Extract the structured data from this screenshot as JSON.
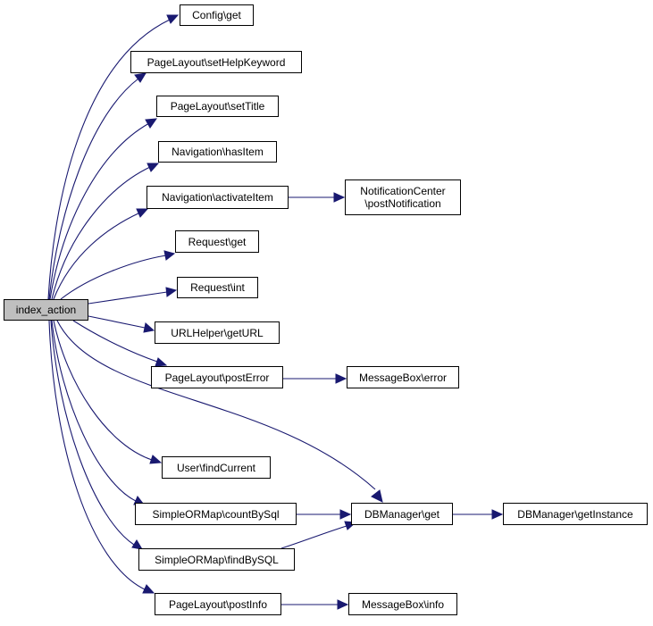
{
  "graph": {
    "edge_color": "#191970",
    "root_fill": "#bfbfbf",
    "node_fill": "#ffffff",
    "nodes": {
      "root": "index_action",
      "config_get": "Config\\get",
      "set_help_keyword": "PageLayout\\setHelpKeyword",
      "set_title": "PageLayout\\setTitle",
      "nav_has_item": "Navigation\\hasItem",
      "nav_activate_item": "Navigation\\activateItem",
      "notification_post": "NotificationCenter\n\\postNotification",
      "request_get": "Request\\get",
      "request_int": "Request\\int",
      "url_helper_get_url": "URLHelper\\getURL",
      "post_error": "PageLayout\\postError",
      "message_box_error": "MessageBox\\error",
      "user_find_current": "User\\findCurrent",
      "count_by_sql": "SimpleORMap\\countBySql",
      "db_manager_get": "DBManager\\get",
      "db_manager_get_instance": "DBManager\\getInstance",
      "find_by_sql": "SimpleORMap\\findBySQL",
      "post_info": "PageLayout\\postInfo",
      "message_box_info": "MessageBox\\info"
    }
  }
}
